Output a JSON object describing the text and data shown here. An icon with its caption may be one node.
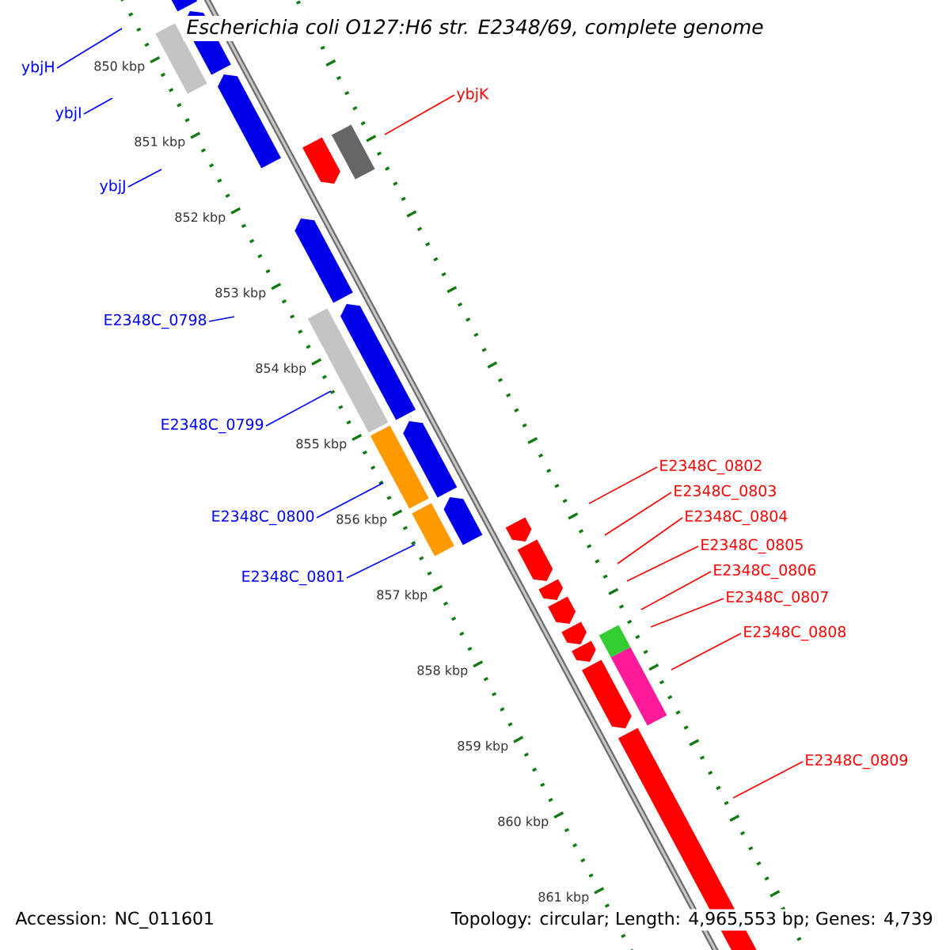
{
  "diagram": {
    "title": "Escherichia coli O127:H6 str. E2348/69, complete genome",
    "nodes": [
      {
        "text": [
          "ybjH"
        ]
      },
      {
        "text": [
          "ybjI"
        ]
      },
      {
        "text": [
          "ybjJ"
        ]
      },
      {
        "text": [
          "E2348C_0798"
        ]
      },
      {
        "text": [
          "E2348C_0799"
        ]
      },
      {
        "text": [
          "E2348C_0800"
        ]
      },
      {
        "text": [
          "E2348C_0801"
        ]
      },
      {
        "text": [
          "ybjK"
        ]
      },
      {
        "text": [
          "E2348C_0802"
        ]
      },
      {
        "text": [
          "E2348C_0803"
        ]
      },
      {
        "text": [
          "E2348C_0804"
        ]
      },
      {
        "text": [
          "E2348C_0805"
        ]
      },
      {
        "text": [
          "E2348C_0806"
        ]
      },
      {
        "text": [
          "E2348C_0807"
        ]
      },
      {
        "text": [
          "E2348C_0808"
        ]
      },
      {
        "text": [
          "E2348C_0809"
        ]
      }
    ],
    "edges": [
      {
        "from": 0,
        "to": null,
        "arrow": "none",
        "color": "#0000ff"
      },
      {
        "from": 1,
        "to": null,
        "arrow": "none",
        "color": "#0000ff"
      },
      {
        "from": 2,
        "to": null,
        "arrow": "none",
        "color": "#0000ff"
      },
      {
        "from": 3,
        "to": null,
        "arrow": "none",
        "color": "#0000ff"
      },
      {
        "from": 4,
        "to": null,
        "arrow": "none",
        "color": "#0000ff"
      },
      {
        "from": 5,
        "to": null,
        "arrow": "none",
        "color": "#0000ff"
      },
      {
        "from": 6,
        "to": null,
        "arrow": "none",
        "color": "#0000ff"
      },
      {
        "from": 7,
        "to": null,
        "arrow": "none"
      },
      {
        "from": 8,
        "to": null,
        "arrow": "none"
      },
      {
        "from": 9,
        "to": null,
        "arrow": "none"
      },
      {
        "from": 10,
        "to": null,
        "arrow": "none"
      },
      {
        "from": 11,
        "to": null,
        "arrow": "none"
      },
      {
        "from": 12,
        "to": null,
        "arrow": "none"
      },
      {
        "from": 13,
        "to": null,
        "arrow": "none"
      },
      {
        "from": 14,
        "to": null,
        "arrow": "none"
      },
      {
        "from": 15,
        "to": null,
        "arrow": "none"
      }
    ],
    "labels": [
      "850 kbp",
      "851 kbp",
      "852 kbp",
      "853 kbp",
      "854 kbp",
      "855 kbp",
      "856 kbp",
      "857 kbp",
      "858 kbp",
      "859 kbp",
      "860 kbp",
      "861 kbp",
      "Accession: NC_011601",
      "Topology: circular; Length: 4,965,553 bp; Genes: 4,739"
    ]
  }
}
